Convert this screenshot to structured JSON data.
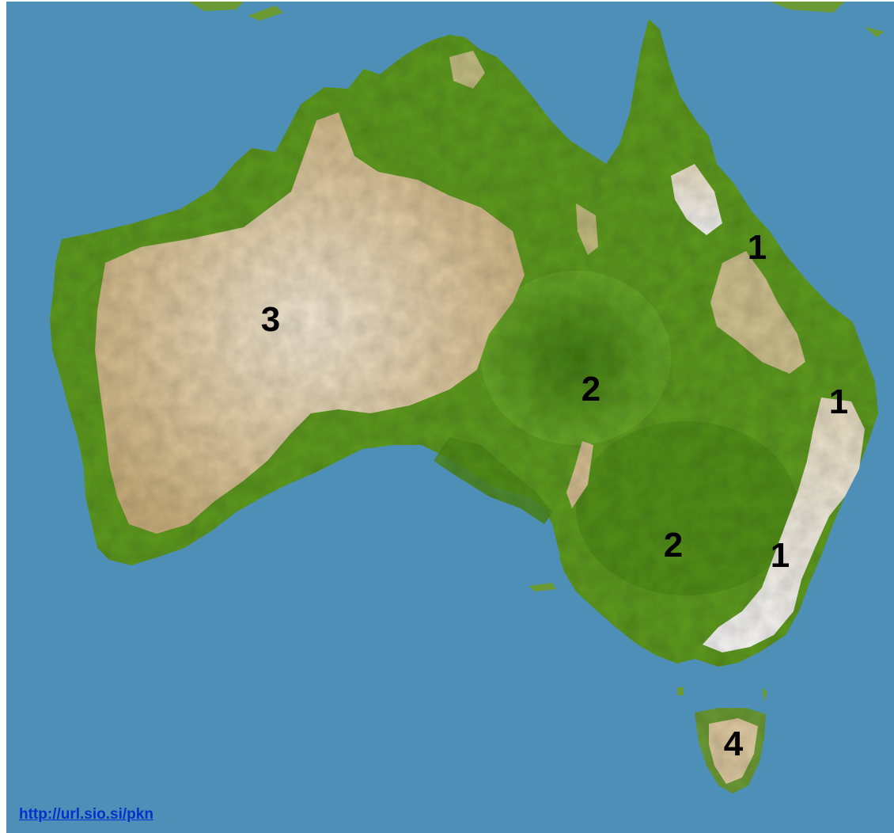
{
  "map": {
    "subject": "Australia relief map",
    "colors": {
      "ocean": "#4d8fb7",
      "lowland": "#5e9a1f",
      "lowland_dark": "#3f7a12",
      "upland": "#d9c49a",
      "highland": "#ece6d8",
      "peaks": "#f4f4f4"
    },
    "labels": [
      {
        "id": "label-1-north",
        "text": "1"
      },
      {
        "id": "label-3-west",
        "text": "3"
      },
      {
        "id": "label-2-center",
        "text": "2"
      },
      {
        "id": "label-1-east",
        "text": "1"
      },
      {
        "id": "label-2-south",
        "text": "2"
      },
      {
        "id": "label-1-southeast",
        "text": "1"
      },
      {
        "id": "label-4-tasmania",
        "text": "4"
      }
    ]
  },
  "link": {
    "text": "http://url.sio.si/pkn"
  }
}
